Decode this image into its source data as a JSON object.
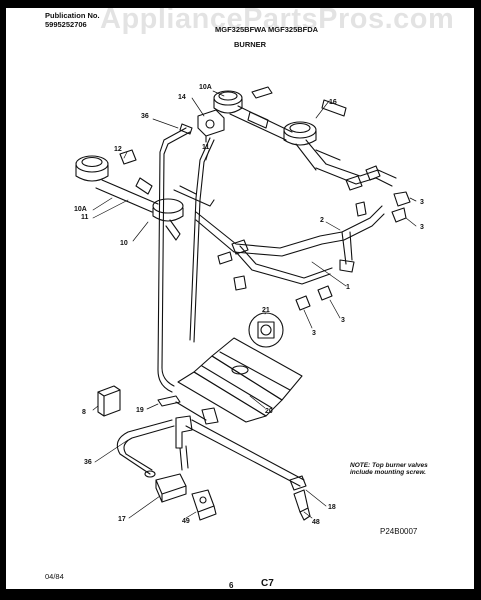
{
  "header": {
    "publication_label": "Publication No.",
    "publication_number": "5995252706",
    "model_numbers": "MGF325BFWA  MGF325BFDA",
    "section_title": "BURNER"
  },
  "watermark": "AppliancePartsPros.com",
  "callouts": [
    "10A",
    "14",
    "16",
    "36",
    "12",
    "11",
    "10A",
    "11",
    "10",
    "3",
    "2",
    "3",
    "1",
    "21",
    "3",
    "3",
    "8",
    "19",
    "20",
    "36",
    "17",
    "49",
    "18",
    "48"
  ],
  "note": {
    "line1": "NOTE: Top burner valves",
    "line2": "include mounting screw."
  },
  "footer": {
    "diagram_ref": "P24B0007",
    "date": "04/84",
    "page_number": "6",
    "section_code": "C7"
  }
}
